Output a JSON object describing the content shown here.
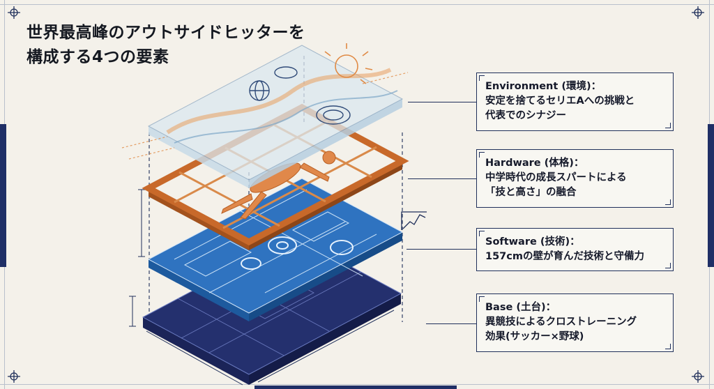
{
  "title": {
    "line1": "世界最高峰のアウトサイドヒッターを",
    "line2": "構成する4つの要素"
  },
  "callouts": [
    {
      "head": "Environment (環境)：",
      "body1": "安定を捨てるセリエAへの挑戦と",
      "body2": "代表でのシナジー"
    },
    {
      "head": "Hardware (体格)：",
      "body1": "中学時代の成長スパートによる",
      "body2": "「技と高さ」の融合"
    },
    {
      "head": "Software (技術)：",
      "body1": "157cmの壁が育んだ技術と守備力",
      "body2": ""
    },
    {
      "head": "Base (土台)：",
      "body1": "異競技によるクロストレーニング",
      "body2": "効果(サッカー×野球)"
    }
  ],
  "colors": {
    "navy": "#1f2f5a",
    "base_block": "#24306e",
    "software_layer": "#2f73c0",
    "hardware_frame": "#c8692a",
    "environment_glass": "#dbe8f0",
    "background": "#f4f1ea"
  },
  "icons": [
    "registration-mark-icon",
    "globe-icon",
    "stadium-icon",
    "sun-icon",
    "gear-icon",
    "line-chart-icon",
    "muscle-figure-icon"
  ]
}
